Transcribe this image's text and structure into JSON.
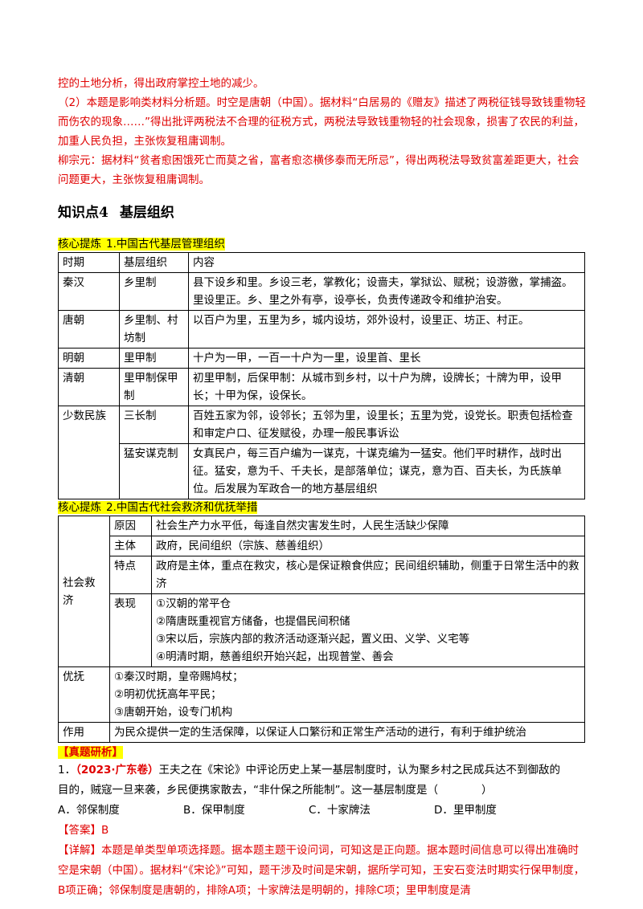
{
  "intro": {
    "line1": "控的土地分析，得出政府掌控土地的减少。",
    "para2": "（2）本题是影响类材料分析题。时空是唐朝（中国）。据材料“白居易的《赠友》描述了两税征钱导致钱重物轻而伤农的现象……”得出批评两税法不合理的征税方式，两税法导致钱重物轻的社会现象，损害了农民的利益，加重人民负担，主张恢复租庸调制。",
    "para3": "柳宗元：据材料“贫者愈困饿死亡而莫之省，富者愈恣横侈泰而无所忌”，得出两税法导致贫富差距更大，社会问题更大，主张恢复租庸调制。"
  },
  "section": {
    "number": "知识点4",
    "title": "基层组织"
  },
  "table1": {
    "label": "核心提炼",
    "label_num": "1.中国古代基层管理组织",
    "headers": [
      "时期",
      "基层组织",
      "内容"
    ],
    "rows": [
      {
        "period": "秦汉",
        "org": "乡里制",
        "content": "县下设乡和里。乡设三老，掌教化；设啬夫，掌狱讼、赋税；设游徼，掌捕盗。里设里正。乡、里之外有亭，设亭长，负责传递政令和维护治安。"
      },
      {
        "period": "唐朝",
        "org": "乡里制、村坊制",
        "content": "以百户为里，五里为乡，城内设坊，郊外设村，设里正、坊正、村正。"
      },
      {
        "period": "明朝",
        "org": "里甲制",
        "content": "十户为一甲，一百一十户为一里，设里首、里长"
      },
      {
        "period": "清朝",
        "org": "里甲制保甲制",
        "content": "初里甲制，后保甲制：从城市到乡村，以十户为牌，设牌长；十牌为甲，设甲长；十甲为保，设保长。"
      },
      {
        "period": "少数民族",
        "org": "三长制",
        "content": "百姓五家为邻，设邻长；五邻为里，设里长；五里为党，设党长。职责包括检查和审定户口、征发赋役，办理一般民事诉讼"
      },
      {
        "period": "",
        "org": "猛安谋克制",
        "content": "女真民户，每三百户编为一谋克，十谋克编为一猛安。他们平时耕作，战时出征。猛安，意为千、千夫长，是部落单位；谋克，意为百、百夫长，为氏族单位。后发展为军政合一的地方基层组织"
      }
    ]
  },
  "table2": {
    "label": "核心提炼",
    "label_num": "2.中国古代社会救济和优抚举措",
    "relief": {
      "name": "社会救济",
      "items": [
        {
          "key": "原因",
          "value": "社会生产力水平低，每逢自然灾害发生时，人民生活缺少保障"
        },
        {
          "key": "主体",
          "value": "政府，民间组织（宗族、慈善组织）"
        },
        {
          "key": "特点",
          "value": "政府是主体，重点在救灾，核心是保证粮食供应；民间组织辅助，侧重于日常生活中的救济"
        }
      ],
      "show_key": "表现",
      "show_items": [
        "①汉朝的常平仓",
        "②隋唐既重视官方储备，也提倡民间积储",
        "③宋以后，宗族内部的救济活动逐渐兴起，置义田、义学、义宅等",
        "④明清时期，慈善组织开始兴起，出现普堂、善会"
      ]
    },
    "youfu": {
      "name": "优抚",
      "items": [
        "①秦汉时期，皇帝赐鸠杖；",
        "②明初优抚高年平民；",
        "③唐朝开始，设专门机构"
      ]
    },
    "effect": {
      "name": "作用",
      "value": "为民众提供一定的生活保障，以保证人口繁衍和正常生产活动的进行，有利于维护统治"
    }
  },
  "exam": {
    "label": "【真题研析】",
    "number": "1．",
    "source": "（2023·广东卷）",
    "stem_a": "王夫之在《宋论》中评论历史上某一基层制度时，认为聚乡村之民成兵达不到御敌的",
    "stem_b": "目的，贼寇一旦来袭，乡民便携家散去，“非什保之所能制”。这一基层制度是（　　　　）",
    "options": [
      "A．邻保制度",
      "B．保甲制度",
      "C．十家牌法",
      "D．里甲制度"
    ],
    "answer_label": "【答案】",
    "answer": "B",
    "detail_label": "【详解】",
    "detail": "本题是单类型单项选择题。据本题主题干设问词，可知这是正向题。据本题时间信息可以得出准确时空是宋朝（中国）。据材料“《宋论》”可知，题干涉及时间是宋朝，据所学可知，王安石变法时期实行保甲制度，B项正确；邻保制度是唐朝的，排除A项；十家牌法是明朝的，排除C项；里甲制度是清"
  }
}
